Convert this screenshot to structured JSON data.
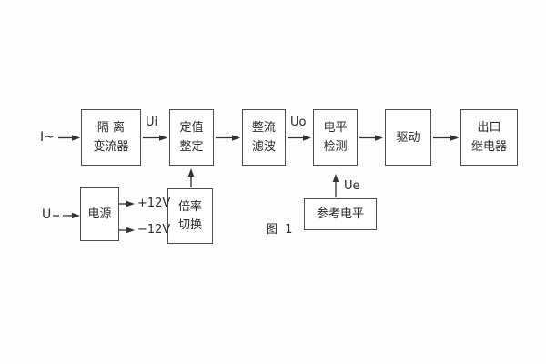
{
  "figure": {
    "caption": "图 1"
  },
  "inputs": {
    "current": "I~",
    "voltage": "U"
  },
  "signals": {
    "ui": "Ui",
    "uo": "Uo",
    "ue": "Ue",
    "plus12": "+12V",
    "minus12": "−12V"
  },
  "blocks": {
    "isolation": {
      "line1": "隔 离",
      "line2": "变流器"
    },
    "setting": {
      "line1": "定值",
      "line2": "整定"
    },
    "rectifier": {
      "line1": "整流",
      "line2": "滤波"
    },
    "level": {
      "line1": "电平",
      "line2": "检测"
    },
    "drive": {
      "label": "驱动"
    },
    "relay": {
      "line1": "出口",
      "line2": "继电器"
    },
    "power": {
      "label": "电源"
    },
    "ratio": {
      "line1": "倍率",
      "line2": "切换"
    },
    "reference": {
      "label": "参考电平"
    }
  },
  "colors": {
    "line": "#333333",
    "border": "#4d4d4d",
    "text": "#2b2b2b",
    "background": "#fdfdfd",
    "box": "#ffffff"
  }
}
